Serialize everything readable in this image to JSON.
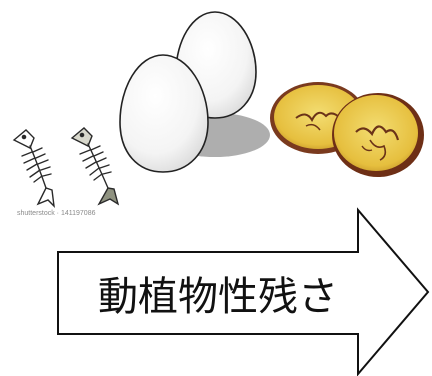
{
  "watermark": "shutterstock · 141197086",
  "arrow": {
    "label": "動植物性残さ"
  },
  "illustrations": [
    {
      "name": "fish-bone-icon",
      "description": "outlined fish skeleton"
    },
    {
      "name": "fish-bone-icon",
      "description": "fish skeleton with grey tail"
    },
    {
      "name": "egg-icon",
      "description": "white egg"
    },
    {
      "name": "egg-icon",
      "description": "white egg"
    },
    {
      "name": "sweet-potato-icon",
      "description": "sliced sweet potato"
    }
  ],
  "colors": {
    "arrow_stroke": "#111111",
    "egg_fill": "#ffffff",
    "egg_shadow": "#9a9a9a",
    "potato_flesh": "#e8c64a",
    "potato_skin": "#7a3a1e",
    "fish_tail_fill": "#8f9280"
  }
}
